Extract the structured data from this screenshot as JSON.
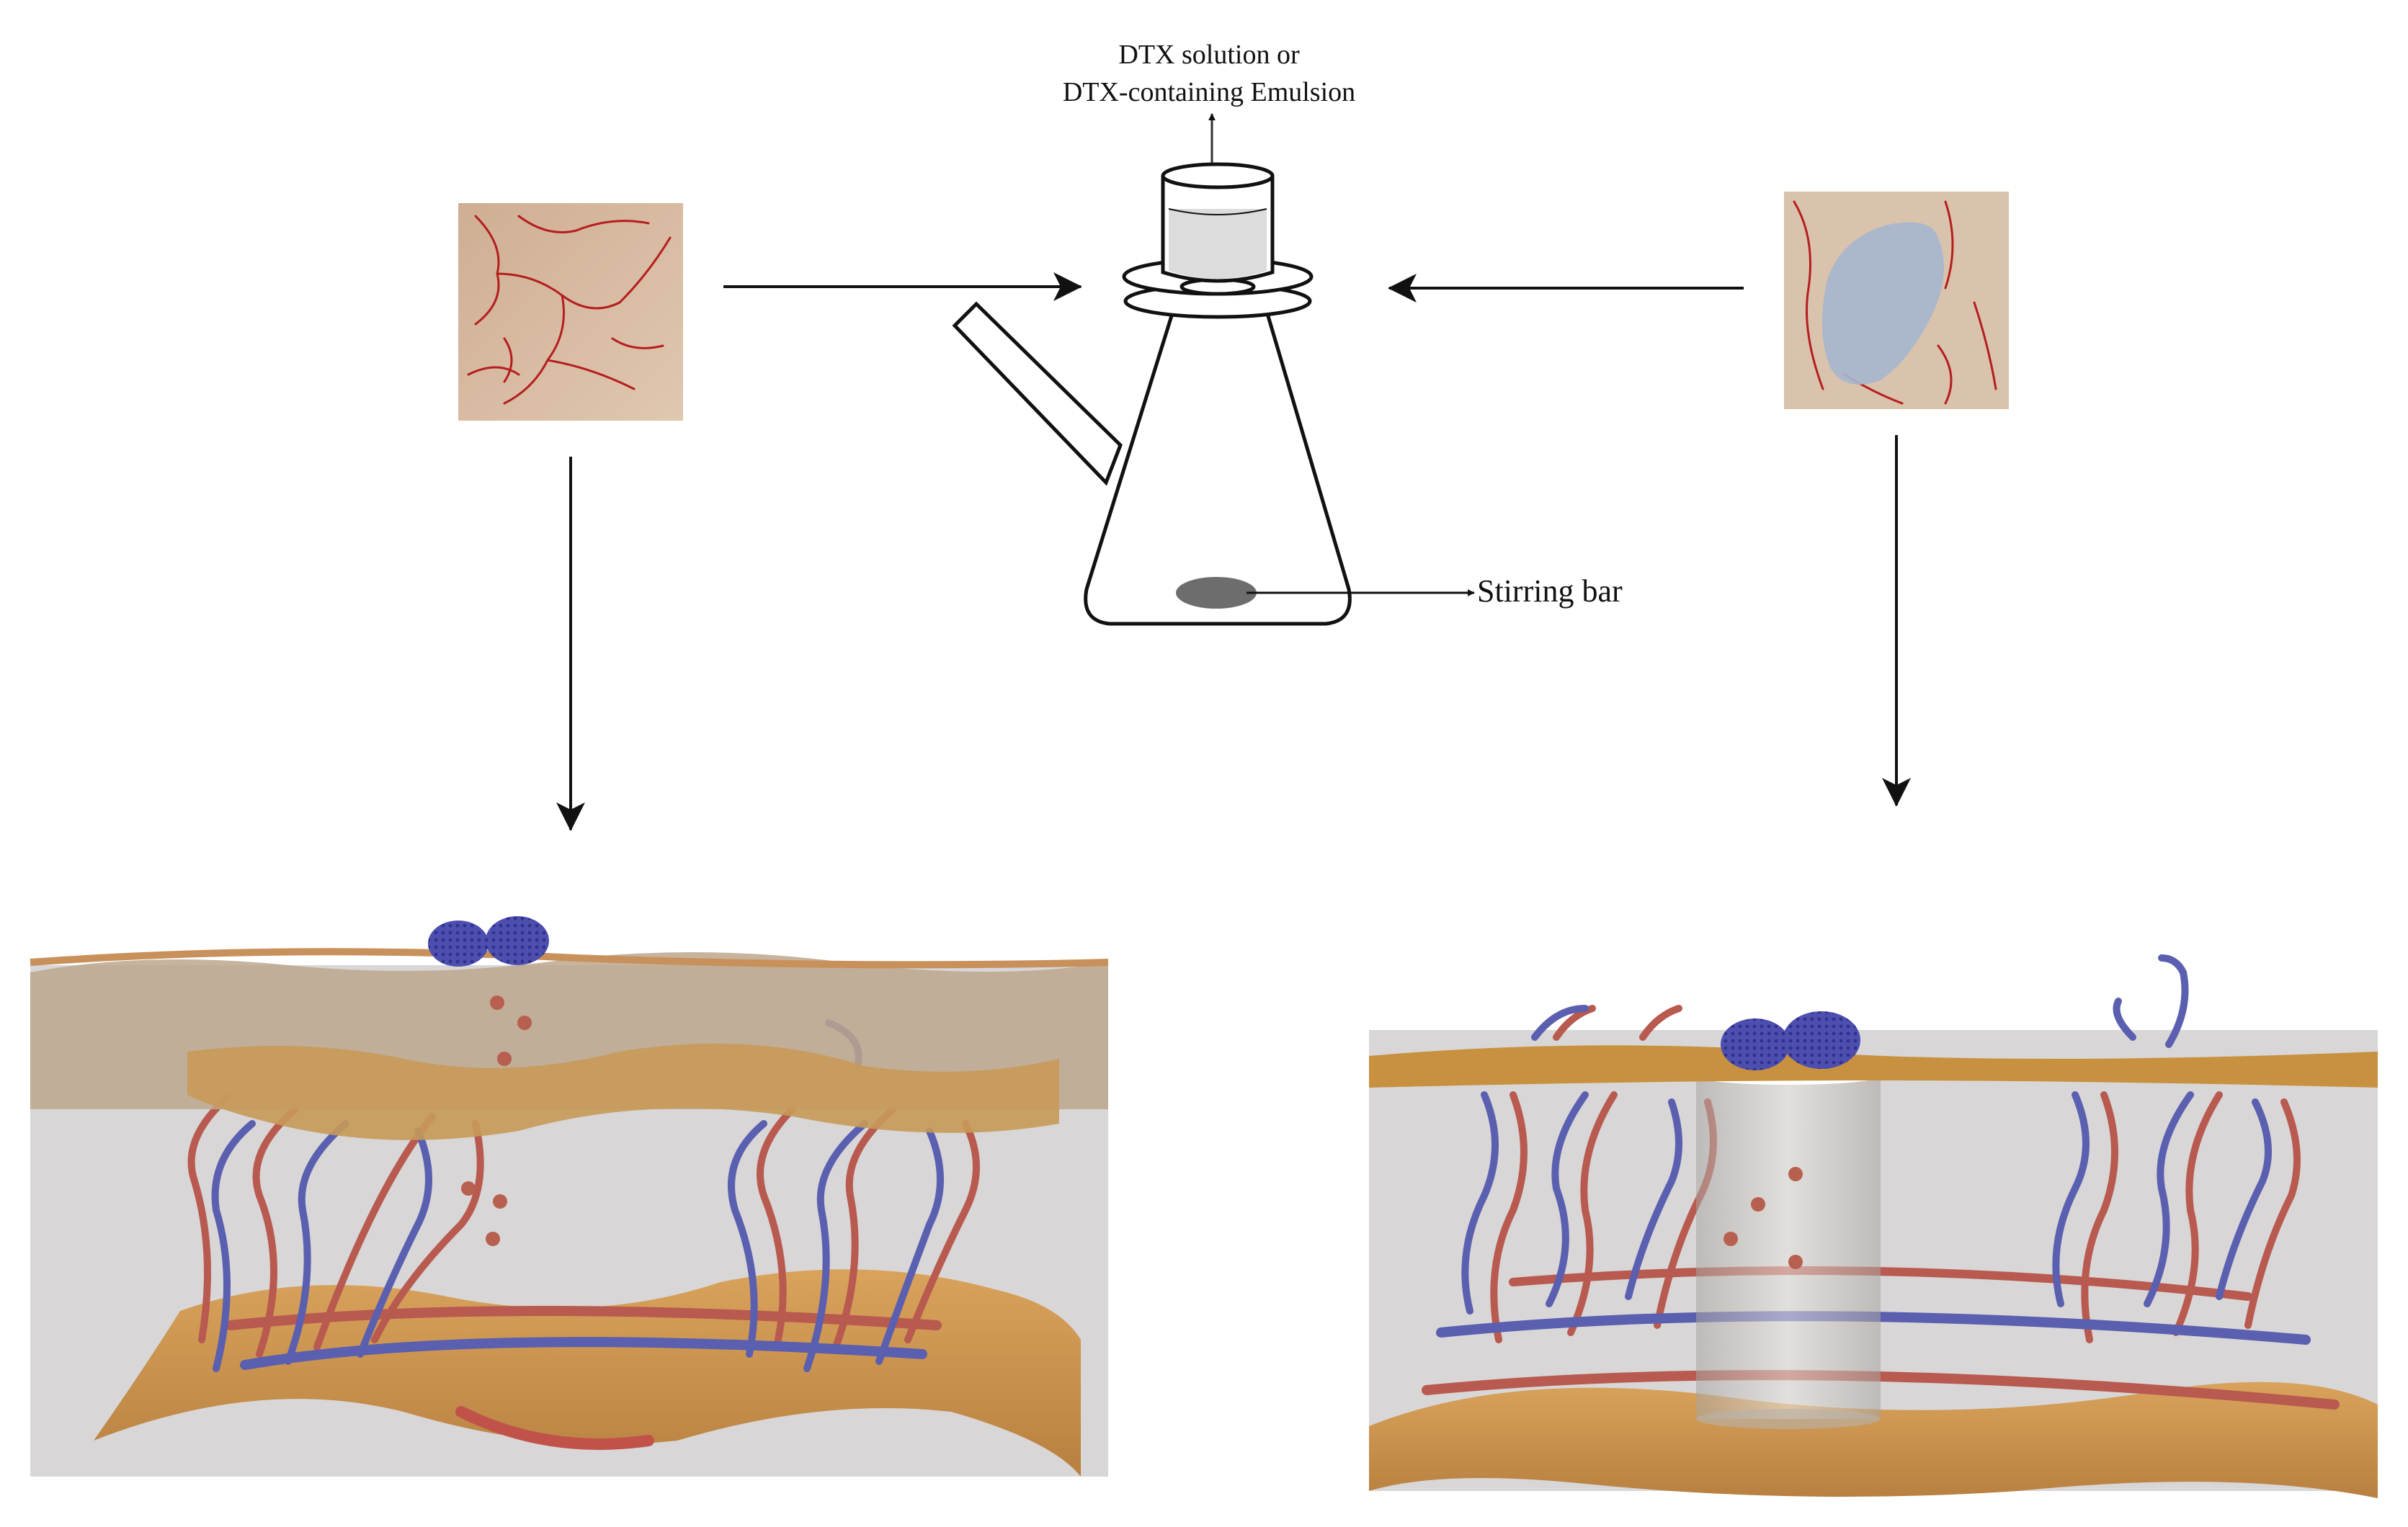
{
  "diagram": {
    "labels": {
      "solution_line1": "DTX solution or",
      "solution_line2": "DTX-containing Emulsion",
      "stirring_bar": "Stirring bar"
    },
    "colors": {
      "artery": "#b85a4f",
      "vein": "#5a5fb0",
      "tissue": "#c8934d",
      "cam_background": "#d6b79e",
      "arrow": "#111111"
    }
  }
}
